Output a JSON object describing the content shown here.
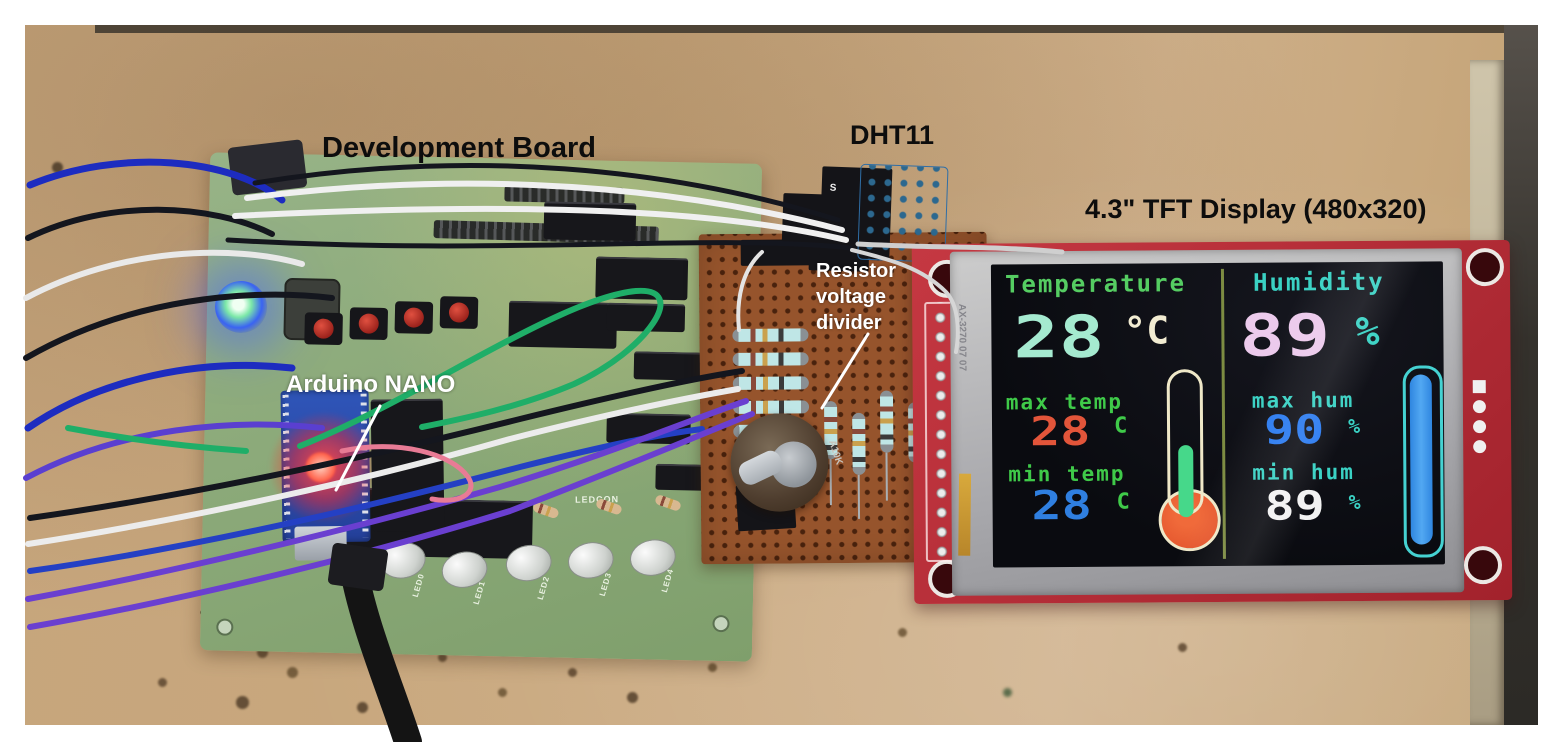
{
  "annotations": {
    "development_board": "Development Board",
    "arduino_nano": "Arduino NANO",
    "dht11": "DHT11",
    "tft_display": "4.3\" TFT Display (480x320)",
    "resistor_divider_lines": [
      "Resistor",
      "voltage",
      "divider"
    ]
  },
  "tft_screen": {
    "temperature": {
      "header": "Temperature",
      "value": "28",
      "unit": "°C",
      "max_label": "max temp",
      "max_value": "28",
      "max_unit": "C",
      "min_label": "min temp",
      "min_value": "28",
      "min_unit": "C"
    },
    "humidity": {
      "header": "Humidity",
      "value": "89",
      "unit": "%",
      "max_label": "max hum",
      "max_value": "90",
      "max_unit": "%",
      "min_label": "min hum",
      "min_value": "89",
      "min_unit": "%"
    }
  },
  "silkscreen": {
    "led_header": "LEDCON",
    "potentiometer": "A10K",
    "display_bezel": "AX-3270 07 07",
    "dht_pin": "S",
    "led_labels": [
      "LED0",
      "LED1",
      "LED2",
      "LED3",
      "LED4"
    ]
  },
  "colors": {
    "temp_header": "#55cd62",
    "temp_value": "#a5ead0",
    "temp_unit": "#f2ecd2",
    "temp_max": "#e2553a",
    "temp_min": "#2f7fe0",
    "hum_header": "#3ad2c4",
    "hum_value": "#eccaec",
    "hum_max": "#2b7bf0",
    "hum_min": "#f2f2f2",
    "thermometer_fill": "#46d88a",
    "thermometer_bulb": "#e8512e",
    "humidity_bar": "#3c96ea",
    "pcb_red": "#b82a34",
    "board_green": "#8caa7a",
    "perfboard_brown": "#96542c"
  }
}
